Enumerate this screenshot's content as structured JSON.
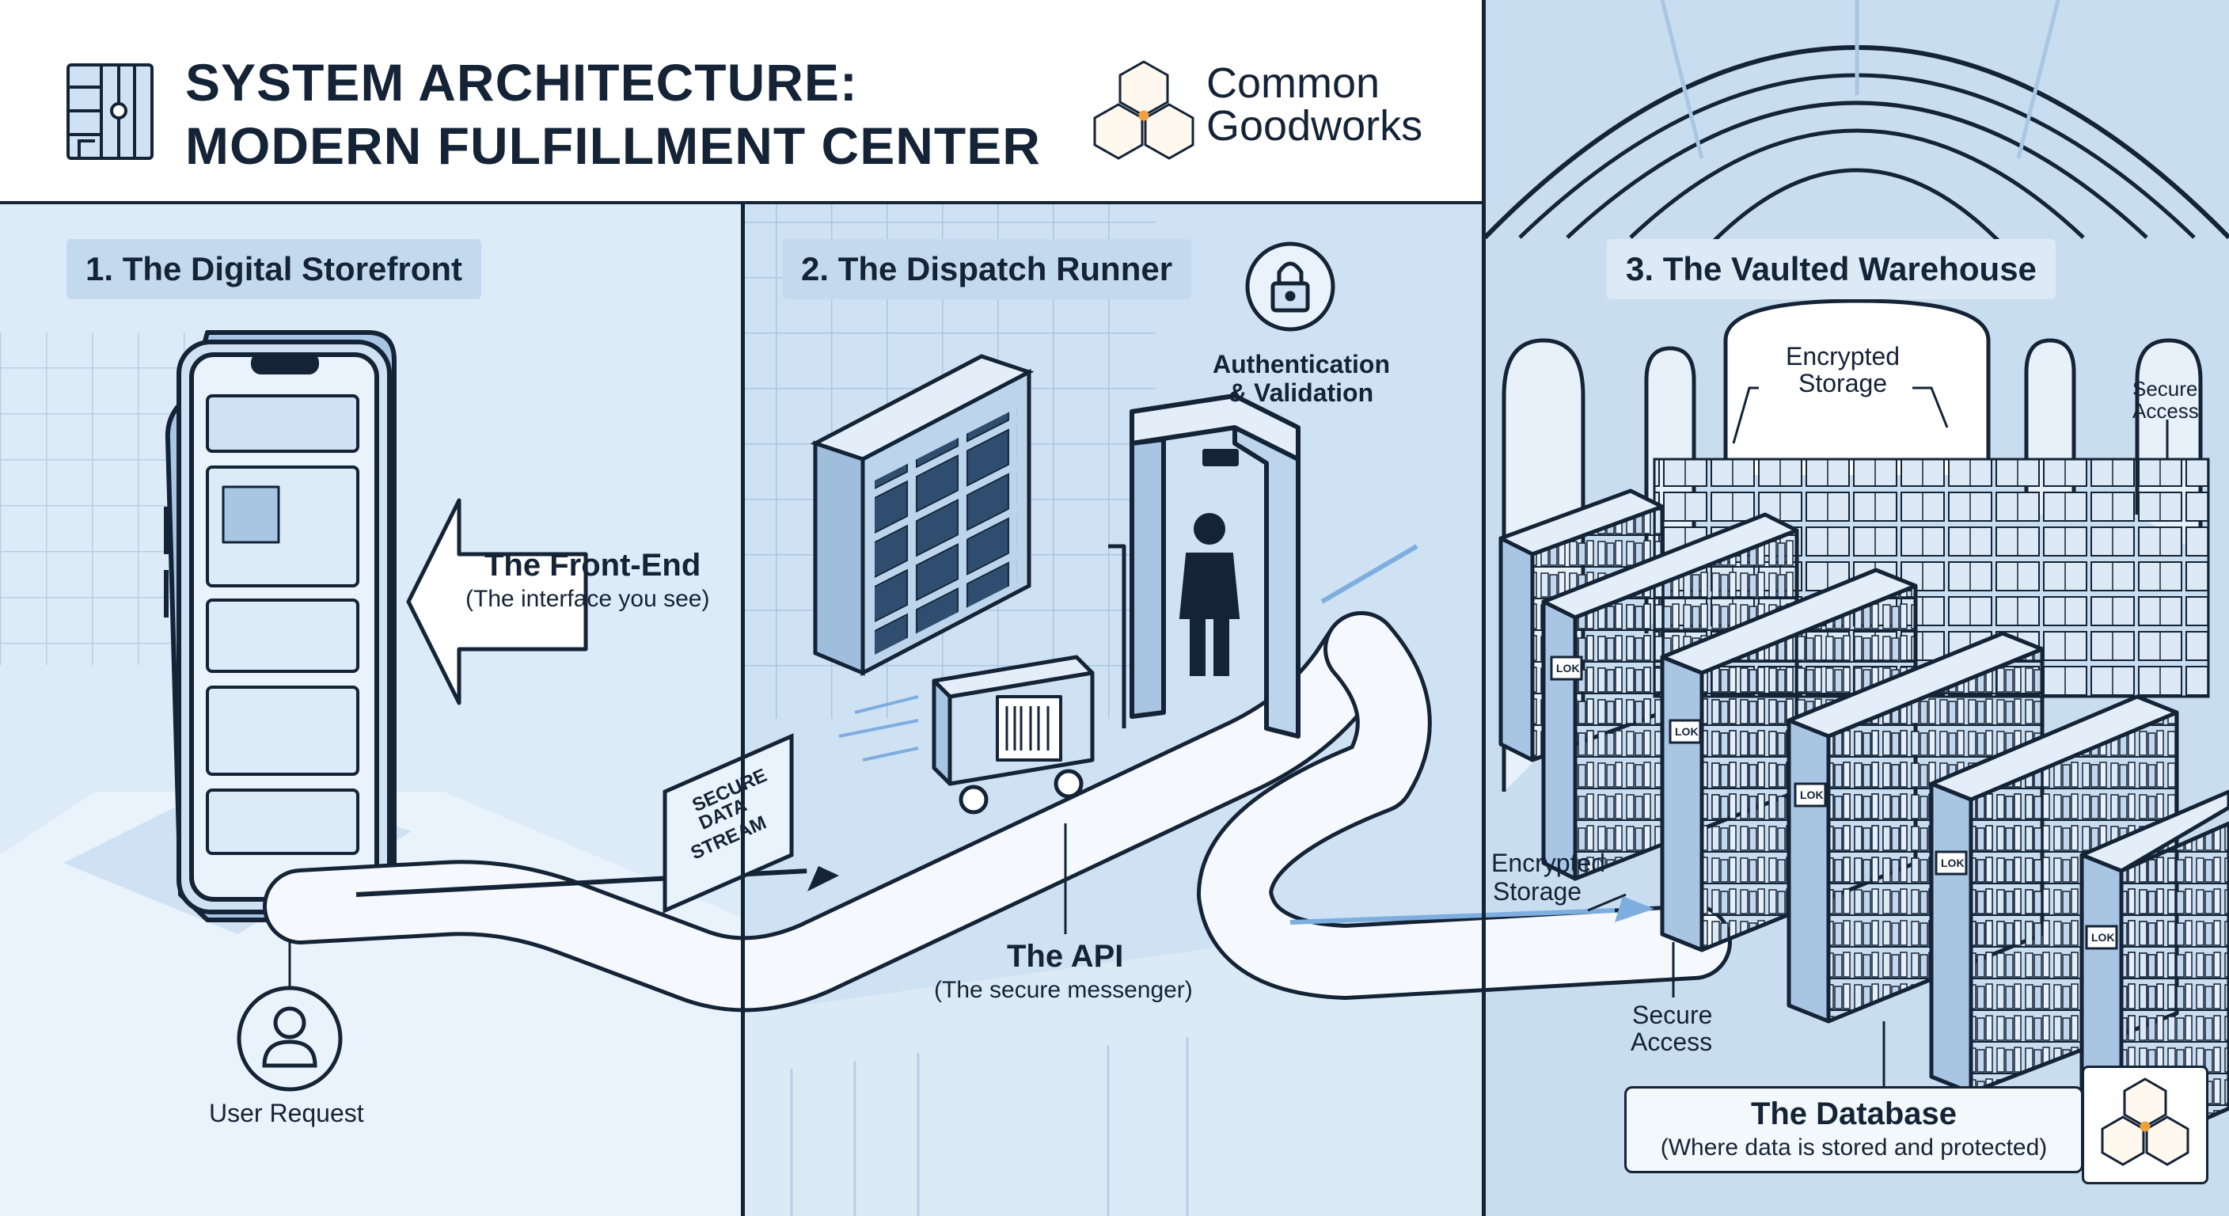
{
  "header": {
    "title_line1": "SYSTEM ARCHITECTURE:",
    "title_line2": "MODERN FULFILLMENT CENTER",
    "brand_line1": "Common",
    "brand_line2": "Goodworks"
  },
  "panels": [
    {
      "label": "1. The Digital Storefront"
    },
    {
      "label": "2. The Dispatch Runner"
    },
    {
      "label": "3. The Vaulted Warehouse"
    }
  ],
  "callouts": {
    "front_end_title": "The Front-End",
    "front_end_subtitle": "(The interface you see)",
    "user_request": "User Request",
    "auth_line1": "Authentication",
    "auth_line2": "& Validation",
    "api_title": "The API",
    "api_subtitle": "(The secure messenger)",
    "stream_line1": "SECURE",
    "stream_line2": "DATA",
    "stream_line3": "STREAM",
    "enc_top_line1": "Encrypted",
    "enc_top_line2": "Storage",
    "secure_top_line1": "Secure",
    "secure_top_line2": "Access",
    "enc_left_line1": "Encrypted",
    "enc_left_line2": "Storage",
    "secure_bottom_line1": "Secure",
    "secure_bottom_line2": "Access",
    "db_title": "The Database",
    "db_subtitle": "(Where data is stored and protected)",
    "lock_tag": "LOK"
  },
  "colors": {
    "ink": "#142336",
    "panel_light": "#dcebf7",
    "panel_mid": "#cfe2f3",
    "panel_vault": "#c9ddf0",
    "accent_blue": "#4f8fd6",
    "logo_orange": "#f0a040"
  },
  "icons": [
    "blueprint-icon",
    "hexagon-logo-icon",
    "padlock-icon",
    "user-icon",
    "arrow-left-icon",
    "barcode-icon"
  ]
}
